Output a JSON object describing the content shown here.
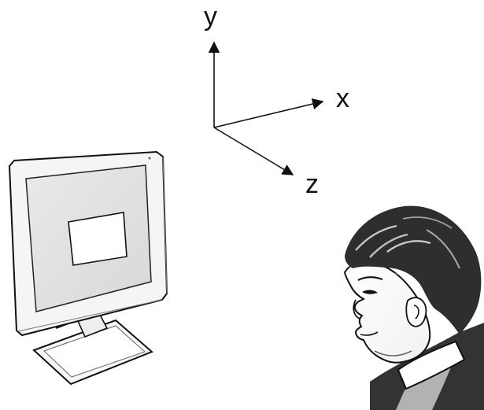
{
  "axes": {
    "x_label": "x",
    "y_label": "y",
    "z_label": "z"
  },
  "figure": {
    "monitor_icon": "monitor-icon",
    "viewer_icon": "viewer-head-icon",
    "colors": {
      "ink": "#111111",
      "monitor_body": "#f3f3f3",
      "monitor_screen": "#dddddd",
      "window": "#ffffff",
      "background": "#ffffff"
    }
  }
}
